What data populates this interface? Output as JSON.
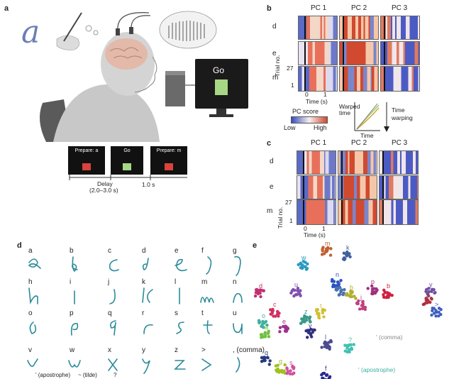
{
  "panel_labels": {
    "a": "a",
    "b": "b",
    "c": "c",
    "d": "d",
    "e": "e"
  },
  "panel_a": {
    "handwriting_glyph": "a",
    "monitor_text": "Go",
    "cues": [
      {
        "text": "Prepare: a",
        "color": "#d8433b"
      },
      {
        "text": "Go",
        "color": "#a6d785"
      },
      {
        "text": "Prepare: m",
        "color": "#d8433b"
      }
    ],
    "delay_label": "Delay",
    "delay_range": "(2.0–3.0 s)",
    "go_duration": "1.0 s"
  },
  "panel_b": {
    "pc_titles": [
      "PC 1",
      "PC 2",
      "PC 3"
    ],
    "rows": [
      "d",
      "e",
      "m"
    ],
    "trial_axis": "Trial no.",
    "trial_ticks": [
      "27",
      "1"
    ],
    "time_axis": "Time (s)",
    "time_ticks": [
      "0",
      "1"
    ],
    "legend_title": "PC score",
    "legend_low": "Low",
    "legend_high": "High",
    "warp_ylabel": "Warped time",
    "warp_xlabel": "Time",
    "warp_arrow_label": "Time warping"
  },
  "panel_c": {
    "pc_titles": [
      "PC 1",
      "PC 2",
      "PC 3"
    ],
    "rows": [
      "d",
      "e",
      "m"
    ],
    "trial_axis": "Trial no.",
    "trial_ticks": [
      "27",
      "1"
    ],
    "time_axis": "Time (s)",
    "time_ticks": [
      "0",
      "1"
    ]
  },
  "panel_d": {
    "letters": [
      "a",
      "b",
      "c",
      "d",
      "e",
      "f",
      "g",
      "h",
      "i",
      "j",
      "k",
      "l",
      "m",
      "n",
      "o",
      "p",
      "q",
      "r",
      "s",
      "t",
      "u",
      "v",
      "w",
      "x",
      "y",
      "z",
      ">",
      ", (comma)",
      "' (apostrophe)",
      "~ (tilde)",
      "?"
    ]
  },
  "panel_e": {
    "cluster_labels": [
      "m",
      "k",
      "w",
      "n",
      "d",
      "b",
      "p",
      "y",
      "x",
      "c",
      "r",
      "h",
      "j",
      "o",
      "a",
      "z",
      "t",
      "u",
      "l",
      "q",
      "g",
      "s",
      "v",
      "f",
      "e",
      ">",
      "?"
    ],
    "comma_label": "' (comma)",
    "apostrophe_label": "' (apostrophe)"
  },
  "colors": {
    "heat_low": "#3b4cc0",
    "heat_mid": "#f5f0ee",
    "heat_high": "#d1492f"
  }
}
